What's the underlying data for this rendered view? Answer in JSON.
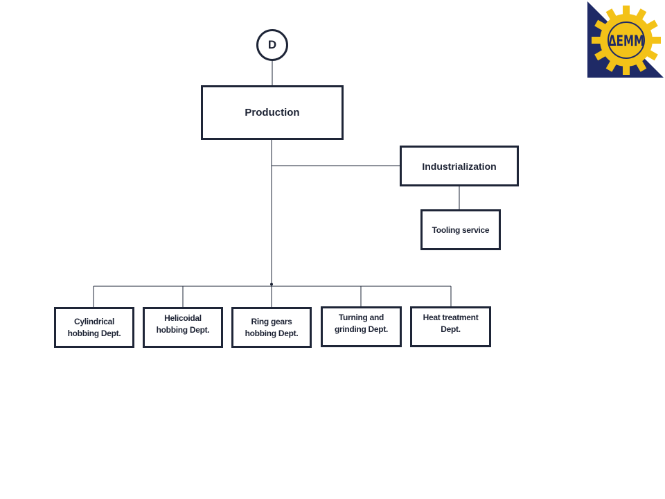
{
  "top_node": {
    "label": "D"
  },
  "production": {
    "label": "Production"
  },
  "industrialization": {
    "label": "Industrialization"
  },
  "tooling": {
    "label": "Tooling service"
  },
  "departments": [
    {
      "label": "Cylindrical\nhobbing Dept."
    },
    {
      "label": "Helicoidal\nhobbing Dept."
    },
    {
      "label": "Ring gears\nhobbing Dept."
    },
    {
      "label": "Turning and\ngrinding Dept."
    },
    {
      "label": "Heat treatment\nDept."
    }
  ],
  "logo": {
    "text": "ΔΕΜΜ",
    "icon": "gear-logo-icon"
  },
  "colors": {
    "line": "#1e2537",
    "logo_navy": "#1f2a66",
    "logo_yellow": "#f3c218"
  }
}
